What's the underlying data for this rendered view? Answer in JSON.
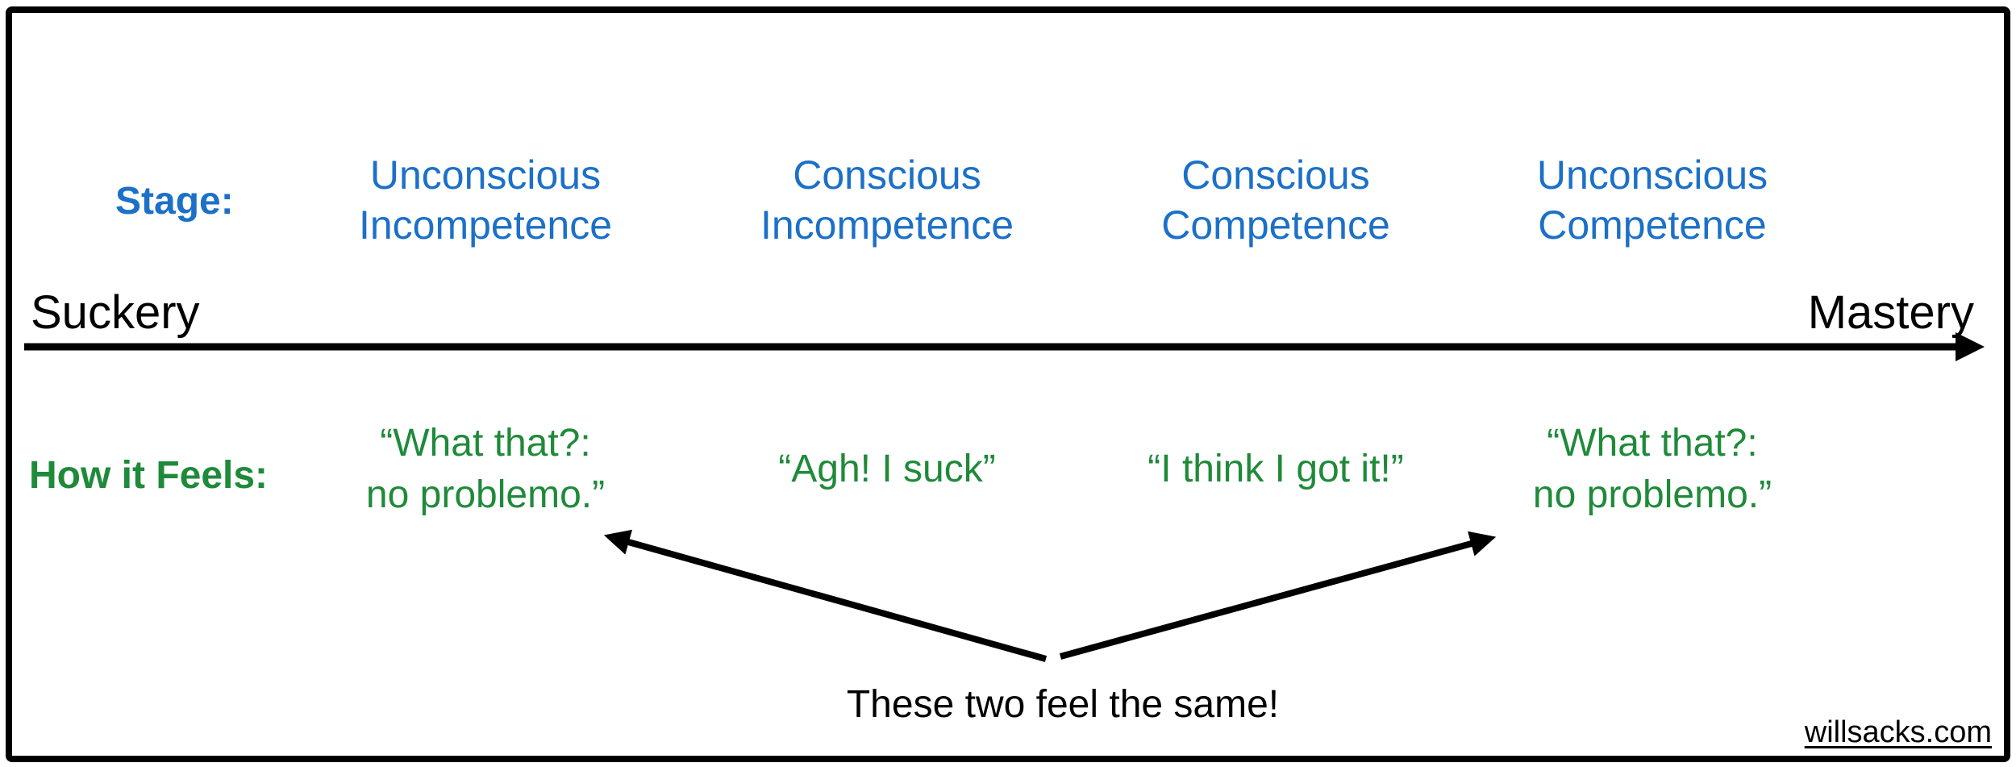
{
  "colors": {
    "stage": "#1C70C8",
    "feels": "#1F8A3A",
    "ink": "#000000",
    "background": "#FFFFFF"
  },
  "stage_row": {
    "label": "Stage:",
    "stages": [
      {
        "line1": "Unconscious",
        "line2": "Incompetence"
      },
      {
        "line1": "Conscious",
        "line2": "Incompetence"
      },
      {
        "line1": "Conscious",
        "line2": "Competence"
      },
      {
        "line1": "Unconscious",
        "line2": "Competence"
      }
    ]
  },
  "axis": {
    "start_label": "Suckery",
    "end_label": "Mastery"
  },
  "feels_row": {
    "label": "How it Feels:",
    "quotes": [
      {
        "line1": "“What that?:",
        "line2": "no problemo.”"
      },
      {
        "line1": "“Agh! I suck”",
        "line2": ""
      },
      {
        "line1": "“I think I got it!”",
        "line2": ""
      },
      {
        "line1": "“What that?:",
        "line2": "no problemo.”"
      }
    ]
  },
  "annotation": {
    "caption": "These two feel the same!"
  },
  "footer": {
    "website": "willsacks.com"
  }
}
